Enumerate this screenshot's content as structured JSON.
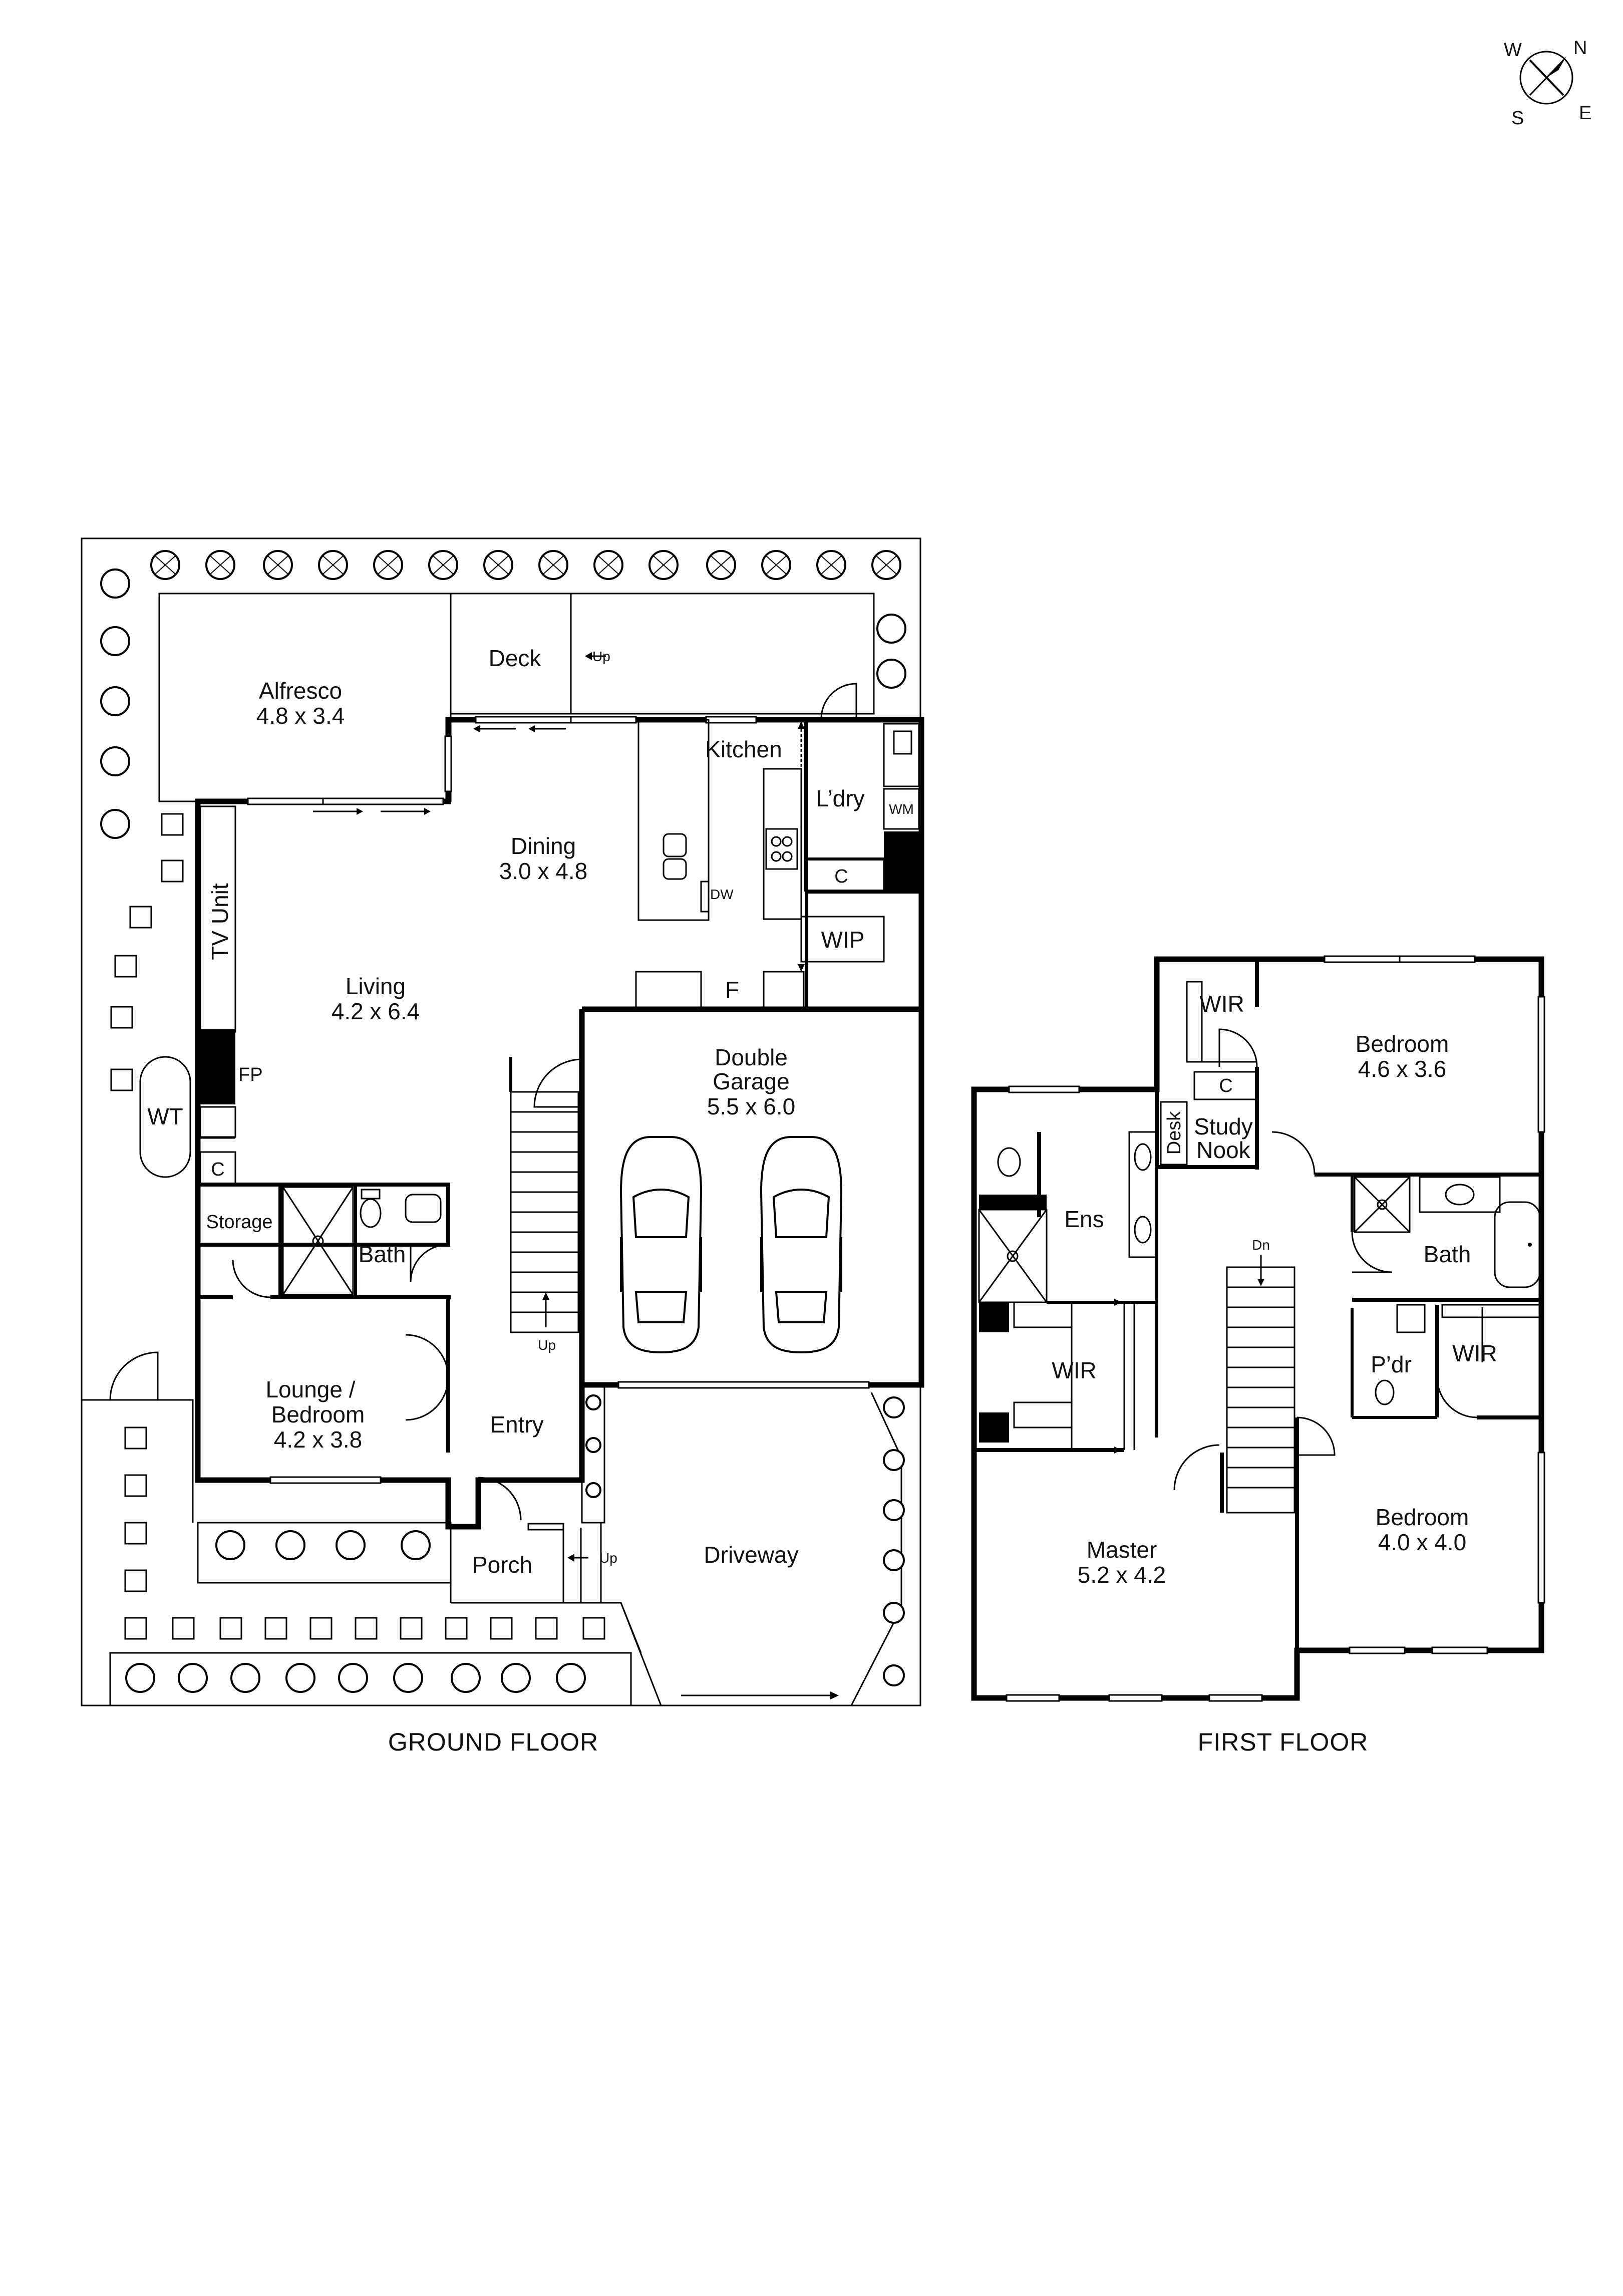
{
  "compass": {
    "n": "N",
    "s": "S",
    "e": "E",
    "w": "W"
  },
  "ground_floor": {
    "caption": "GROUND FLOOR",
    "alfresco": {
      "name": "Alfresco",
      "dims": "4.8 x 3.4"
    },
    "deck": "Deck",
    "deck_up": "Up",
    "kitchen": "Kitchen",
    "laundry": "L’dry",
    "wm": "WM",
    "cupboard": "C",
    "dining": {
      "name": "Dining",
      "dims": "3.0 x 4.8"
    },
    "dw": "DW",
    "wip": "WIP",
    "fridge": "F",
    "tv_unit": "TV Unit",
    "living": {
      "name": "Living",
      "dims": "4.2 x 6.4"
    },
    "fp": "FP",
    "wt": "WT",
    "living_cupboard": "C",
    "storage": "Storage",
    "bath": "Bath",
    "garage": {
      "line1": "Double",
      "line2": "Garage",
      "dims": "5.5 x 6.0"
    },
    "stair_up": "Up",
    "lounge": {
      "line1": "Lounge /",
      "line2": "Bedroom",
      "dims": "4.2 x 3.8"
    },
    "entry": "Entry",
    "porch": "Porch",
    "porch_up": "Up",
    "driveway": "Driveway"
  },
  "first_floor": {
    "caption": "FIRST FLOOR",
    "wir_top": "WIR",
    "bedroom1": {
      "name": "Bedroom",
      "dims": "4.6 x 3.6"
    },
    "cupboard": "C",
    "desk": "Desk",
    "study": {
      "line1": "Study",
      "line2": "Nook"
    },
    "ens": "Ens",
    "bath": "Bath",
    "dn": "Dn",
    "wir_master": "WIR",
    "pdr": "P’dr",
    "wir_right": "WIR",
    "master": {
      "name": "Master",
      "dims": "5.2 x 4.2"
    },
    "bedroom2": {
      "name": "Bedroom",
      "dims": "4.0 x 4.0"
    }
  }
}
